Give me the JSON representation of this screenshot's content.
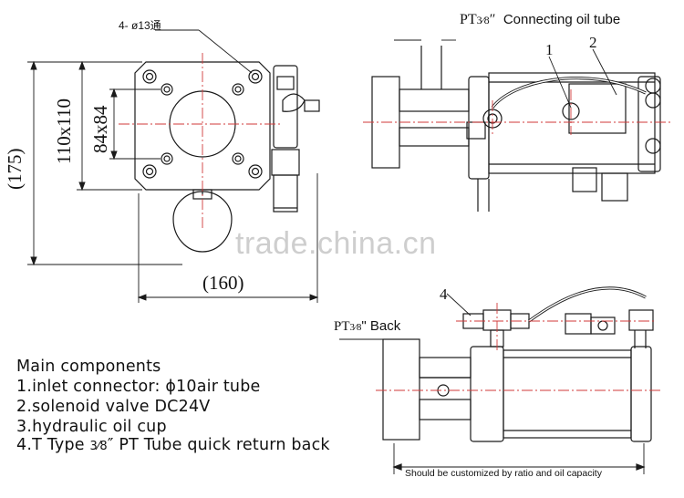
{
  "front_view": {
    "hole_note": "4- ø13通",
    "dim_inner": "84x84",
    "dim_outer": "110x110",
    "dim_height": "(175)",
    "dim_width": "(160)"
  },
  "side_view": {
    "tube_label_prefix": "PT",
    "tube_label_frac": "3⁄8",
    "tube_label_quote": "″",
    "tube_label_text": "Connecting oil tube",
    "callout_1": "1",
    "callout_2": "2"
  },
  "bottom_view": {
    "back_label_prefix": "PT",
    "back_label_frac": "3⁄8",
    "back_label_text": "\" Back",
    "callout_4": "4",
    "length_note": "Should be customized by ratio and oil capacity"
  },
  "components": {
    "title": "Main components",
    "item1": "1.inlet connector:  ϕ10air tube",
    "item2": "2.solenoid valve DC24V",
    "item3": "3.hydraulic oil cup",
    "item4_a": "4.T Type",
    "item4_frac": "3⁄8",
    "item4_quote": "″",
    "item4_b": "PT Tube quick return back"
  },
  "watermark": "trade.china.cn",
  "colors": {
    "line": "#1a1a1a",
    "centerline": "#d23a3a",
    "watermark": "#c9c9c9"
  }
}
